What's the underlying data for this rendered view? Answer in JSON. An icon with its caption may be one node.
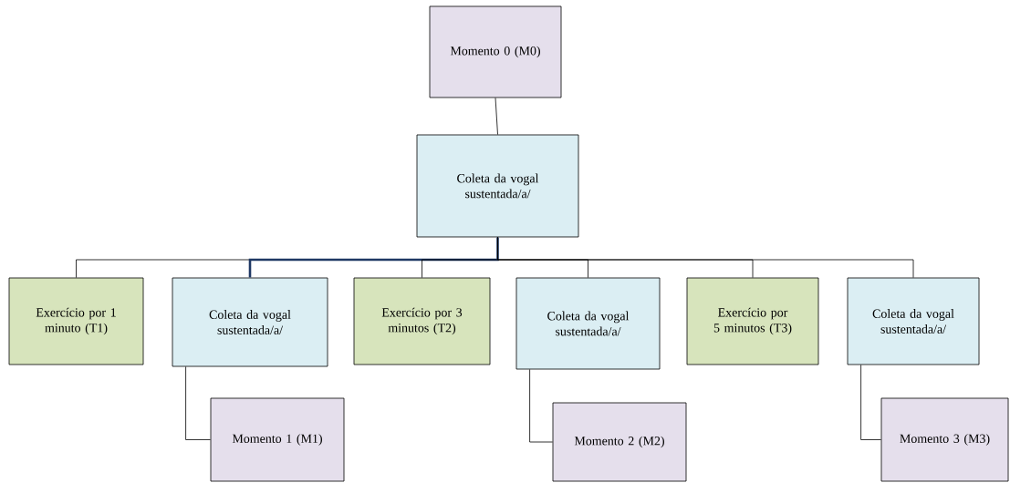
{
  "diagram": {
    "nodes": [
      {
        "text": [
          "Momento 0 (M0)"
        ]
      },
      {
        "text": [
          "Coleta da vogal sustentada/a/"
        ]
      },
      {
        "text": [
          "Exercício por 1 minuto (T1)"
        ]
      },
      {
        "text": [
          "Coleta da vogal sustentada/a/"
        ]
      },
      {
        "text": [
          "Exercício por 3 minutos (T2)"
        ]
      },
      {
        "text": [
          "Coleta da vogal sustentada/a/"
        ]
      },
      {
        "text": [
          "Exercício por 5 minutos (T3)"
        ]
      },
      {
        "text": [
          "Coleta da vogal sustentada/a/"
        ]
      },
      {
        "text": [
          "Momento 1 (M1)"
        ]
      },
      {
        "text": [
          "Momento 2 (M2)"
        ]
      },
      {
        "text": [
          "Momento 3 (M3)"
        ]
      }
    ],
    "edges": [
      {
        "from": 0,
        "to": 1,
        "arrow": "none"
      },
      {
        "from": 1,
        "to": 2,
        "arrow": "none"
      },
      {
        "from": 1,
        "to": 3,
        "arrow": "none",
        "style": "thick",
        "color": "#1f3864"
      },
      {
        "from": 1,
        "to": 4,
        "arrow": "none"
      },
      {
        "from": 1,
        "to": 5,
        "arrow": "none"
      },
      {
        "from": 1,
        "to": 6,
        "arrow": "none"
      },
      {
        "from": 1,
        "to": 7,
        "arrow": "none"
      },
      {
        "from": 3,
        "to": 8,
        "arrow": "none"
      },
      {
        "from": 5,
        "to": 9,
        "arrow": "none"
      },
      {
        "from": 7,
        "to": 10,
        "arrow": "none"
      }
    ]
  }
}
